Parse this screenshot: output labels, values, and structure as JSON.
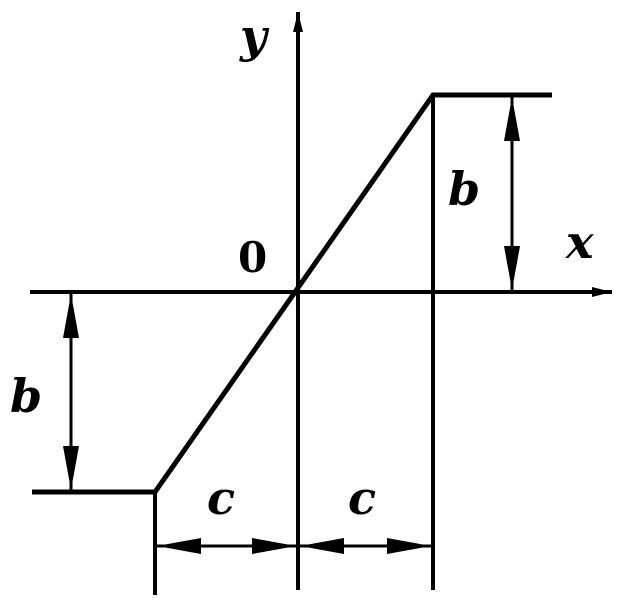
{
  "labels": {
    "y_axis": "y",
    "x_axis": "x",
    "origin": "0",
    "b_upper": "b",
    "b_lower": "b",
    "c_left": "c",
    "c_right": "c"
  },
  "colors": {
    "ink": "#000000",
    "background": "#ffffff"
  }
}
